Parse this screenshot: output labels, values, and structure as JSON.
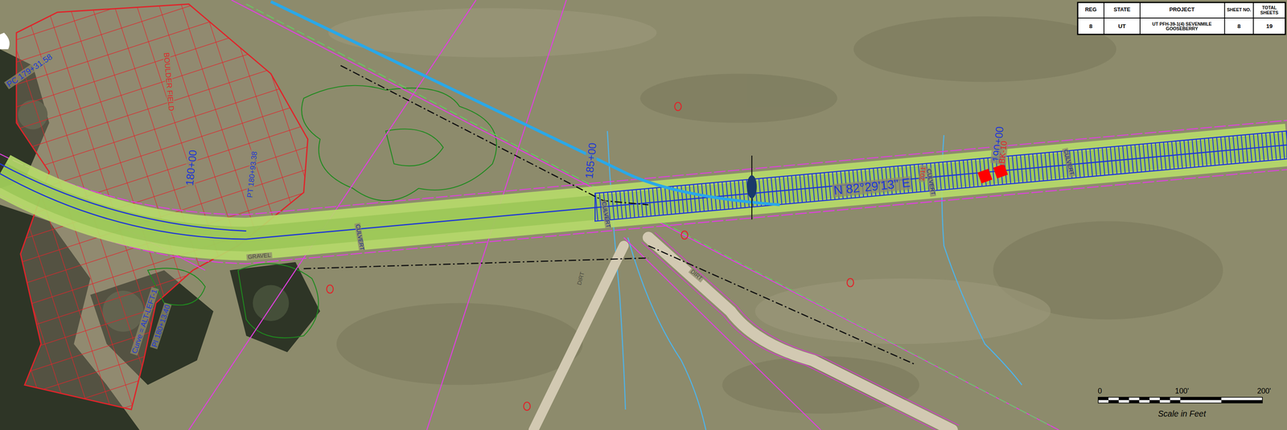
{
  "diagram": {
    "labels": [
      "REG",
      "STATE",
      "PROJECT",
      "SHEET NO.",
      "TOTAL SHEETS",
      "8",
      "UT",
      "UT PFH-39-1(4) SEVENMILE GOOSEBERRY",
      "8",
      "19",
      "PC 179+31.58",
      "180+00",
      "PT 180+93.38",
      "185+00",
      "190+00",
      "N 82°29'13\" E",
      "Curve = ALT-LEFT-1",
      "PI 180+13.40",
      "BOULDER FIELD",
      "CULVERT",
      "CULVERT",
      "CULVERT",
      "CULVERT",
      "GRAVEL",
      "DIRT",
      "DIRT",
      "BK-10",
      "2011",
      "0",
      "100'",
      "200'",
      "Scale in Feet"
    ]
  }
}
